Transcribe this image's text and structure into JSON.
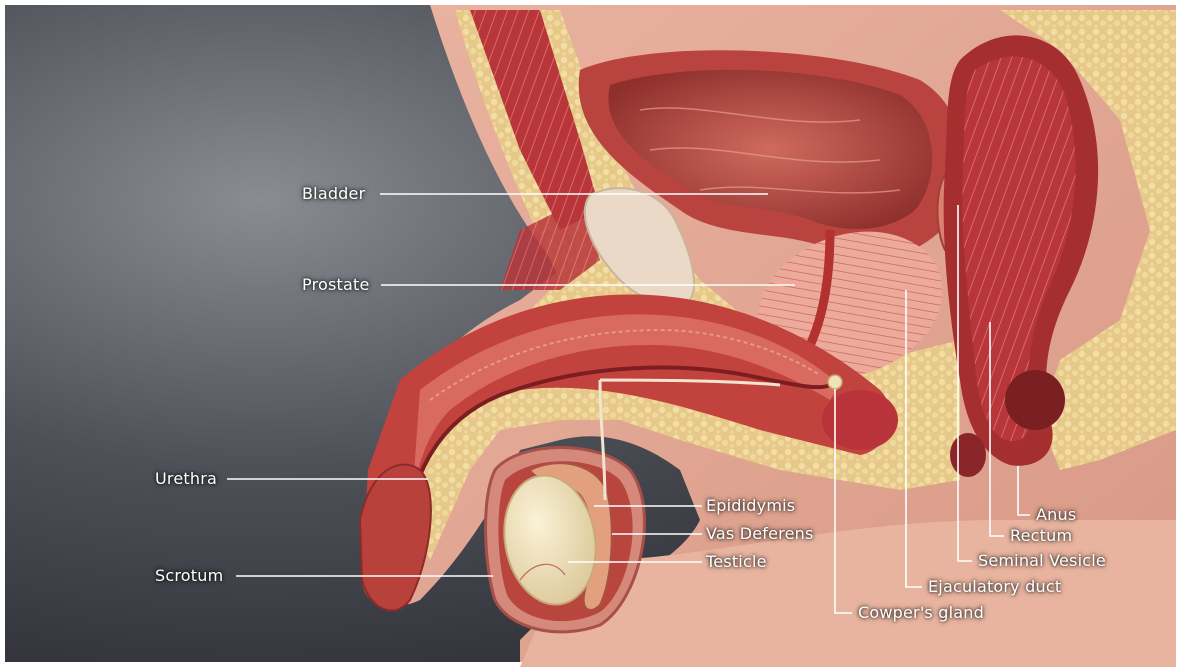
{
  "labels": {
    "bladder": "Bladder",
    "prostate": "Prostate",
    "urethra": "Urethra",
    "scrotum": "Scrotum",
    "epididymis": "Epididymis",
    "vas_deferens": "Vas Deferens",
    "testicle": "Testicle",
    "anus": "Anus",
    "rectum": "Rectum",
    "seminal_vesicle": "Seminal Vesicle",
    "ejaculatory_duct": "Ejaculatory duct",
    "cowpers_gland": "Cowper's gland"
  }
}
